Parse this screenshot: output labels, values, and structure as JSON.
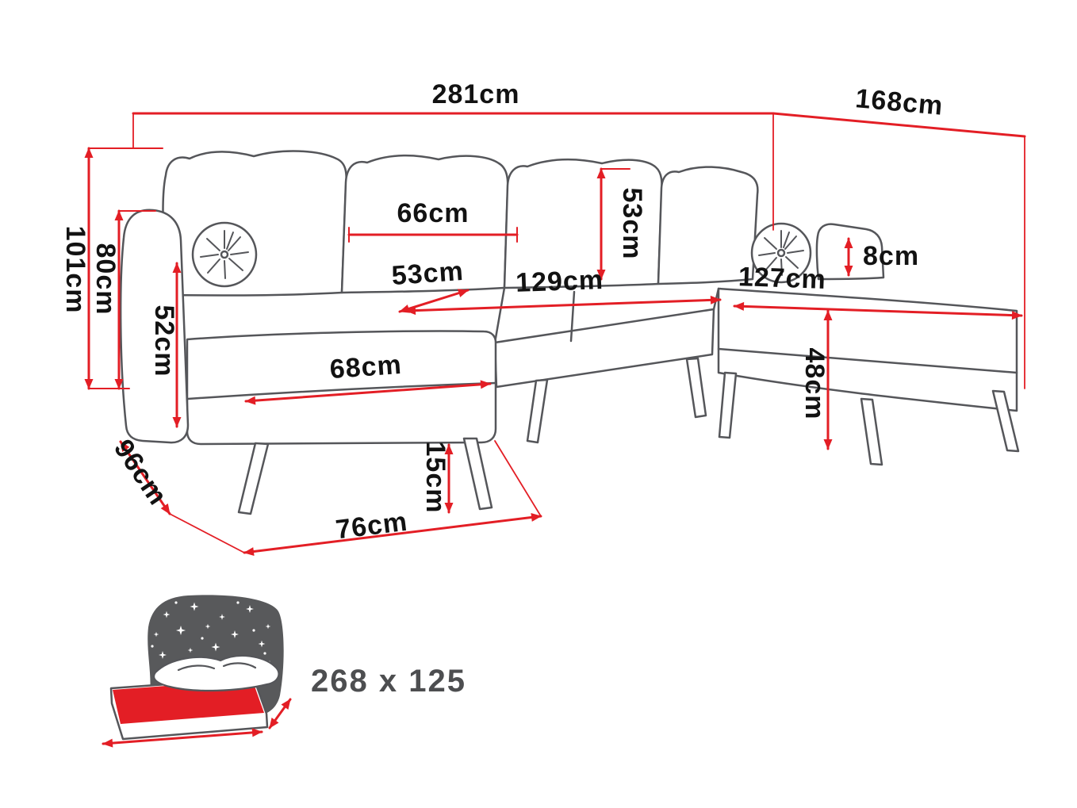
{
  "diagram": {
    "dimensions": {
      "overall_width": "281cm",
      "overall_depth_right": "168cm",
      "overall_height": "101cm",
      "backrest_height": "80cm",
      "armrest_height": "52cm",
      "armrest_depth": "96cm",
      "back_cushion_width": "66cm",
      "back_cushion_height": "53cm",
      "seat_depth": "53cm",
      "seat_width_center": "129cm",
      "seat_width_right": "127cm",
      "armrest_above_seat_right": "8cm",
      "seat_height_right": "48cm",
      "chaise_seat_width": "68cm",
      "leg_height": "15cm",
      "chaise_base_width": "76cm"
    },
    "sleeping_area": {
      "size_label": "268 x 125"
    },
    "colors": {
      "dimension_red": "#e31e25",
      "outline_gray": "#55565a",
      "icon_dark_gray": "#58595b",
      "label_black": "#121212"
    }
  }
}
